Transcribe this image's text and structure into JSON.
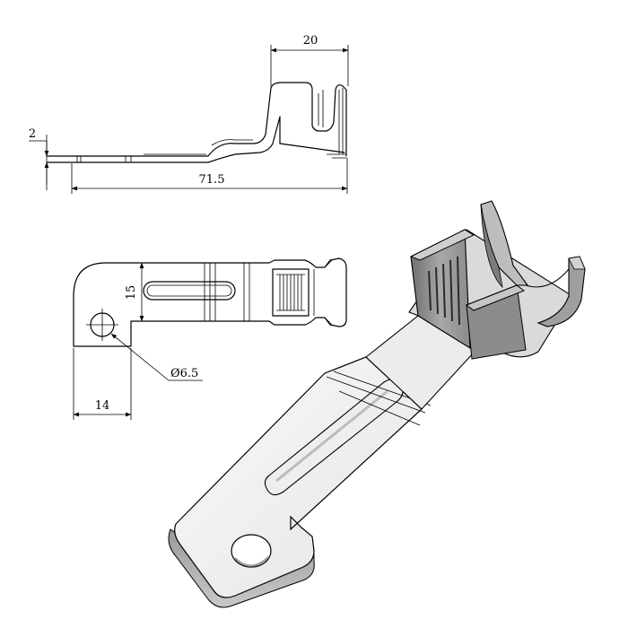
{
  "drawing": {
    "dimensions": {
      "thickness": "2",
      "tab_width": "20",
      "overall_length": "71.5",
      "slot_width": "15",
      "hole_diameter": "Ø6.5",
      "hole_offset": "14"
    }
  }
}
